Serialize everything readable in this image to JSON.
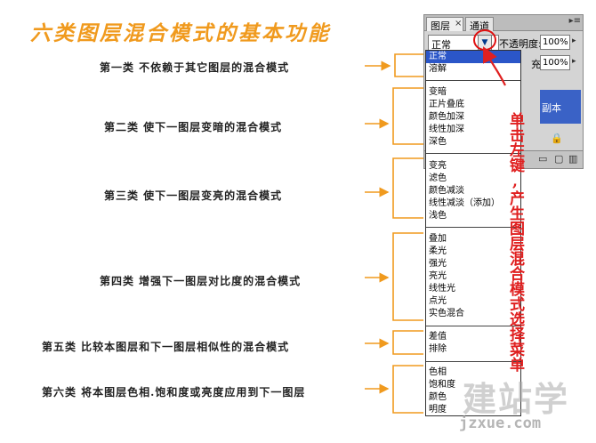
{
  "title": "六类图层混合模式的基本功能",
  "categories": [
    {
      "label": "第一类  不依赖于其它图层的混合模式"
    },
    {
      "label": "第二类  使下一图层变暗的混合模式"
    },
    {
      "label": "第三类  使下一图层变亮的混合模式"
    },
    {
      "label": "第四类  增强下一图层对比度的混合模式"
    },
    {
      "label": "第五类  比较本图层和下一图层相似性的混合模式"
    },
    {
      "label": "第六类  将本图层色相.饱和度或亮度应用到下一图层"
    }
  ],
  "panel": {
    "tab_layers": "图层",
    "tab_close": "×",
    "tab_channels": "通道",
    "menu_button": "▸≡",
    "blend_value": "正常",
    "opacity_label": "不透明度:",
    "opacity_value": "100%",
    "fill_label": "充:",
    "fill_value": "100%",
    "layer_name": "副本"
  },
  "menu_groups": [
    [
      "正常",
      "溶解"
    ],
    [
      "变暗",
      "正片叠底",
      "颜色加深",
      "线性加深",
      "深色"
    ],
    [
      "变亮",
      "滤色",
      "颜色减淡",
      "线性减淡（添加）",
      "浅色"
    ],
    [
      "叠加",
      "柔光",
      "强光",
      "亮光",
      "线性光",
      "点光",
      "实色混合"
    ],
    [
      "差值",
      "排除"
    ],
    [
      "色相",
      "饱和度",
      "颜色",
      "明度"
    ]
  ],
  "annotation": "单击左键,产生图层混合模式选择菜单",
  "watermark": "建站学",
  "watermark_url": "jzxue.com",
  "colors": {
    "title": "#f09a1e",
    "connector": "#f09a1e",
    "selected": "#2b56c8",
    "annotation": "#e02020"
  }
}
